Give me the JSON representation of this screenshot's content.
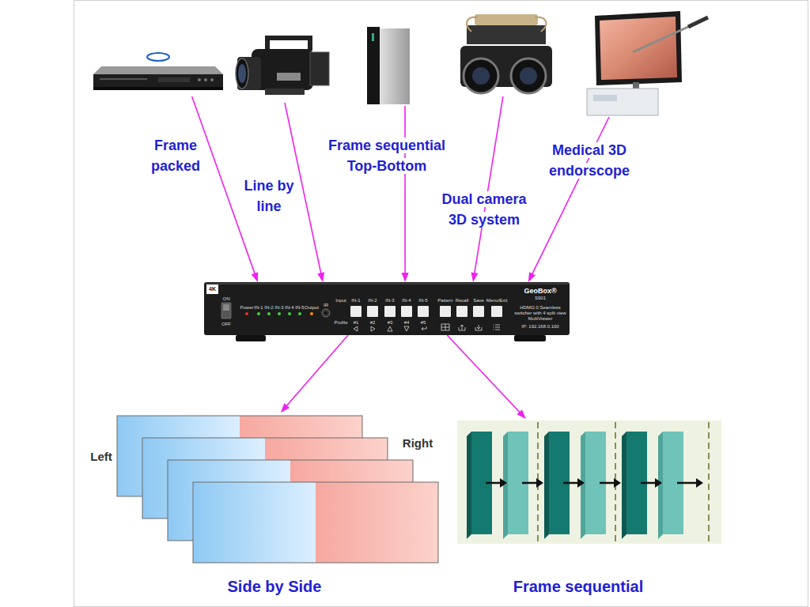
{
  "diagram": {
    "nodes": [
      {
        "text": [
          "Frame packed"
        ]
      },
      {
        "text": [
          "Line by line"
        ]
      },
      {
        "text": [
          "Frame sequential Top-Bottom"
        ]
      },
      {
        "text": [
          "Dual camera 3D system"
        ]
      },
      {
        "text": [
          "Medical 3D endorscope"
        ]
      },
      {
        "text": [
          "GeoBox®",
          "S901",
          "HDMI2.0 Seamless switcher with 4 split view MultiViewer",
          "IP: 192.168.0.100"
        ]
      },
      {
        "text": [
          "Side by Side"
        ]
      },
      {
        "text": [
          "Frame sequential"
        ]
      }
    ],
    "edges": [
      {
        "from": 0,
        "to": 5,
        "arrow": "to"
      },
      {
        "from": 1,
        "to": 5,
        "arrow": "to"
      },
      {
        "from": 2,
        "to": 5,
        "arrow": "to"
      },
      {
        "from": 3,
        "to": 5,
        "arrow": "to"
      },
      {
        "from": 4,
        "to": 5,
        "arrow": "to"
      },
      {
        "from": 5,
        "to": 6,
        "arrow": "to"
      },
      {
        "from": 5,
        "to": 7,
        "arrow": "to"
      }
    ],
    "labels": [
      "4K",
      "ON",
      "OFF",
      "Power",
      "IN-1",
      "IN-2",
      "IN-3",
      "IN-4",
      "IN-5",
      "Output",
      "IR",
      "Input",
      "IN-1",
      "IN-2",
      "IN-3",
      "IN-4",
      "IN-5",
      "Profile",
      "#1",
      "#2",
      "#3",
      "#4",
      "#5",
      "Pattern",
      "Recall",
      "Save",
      "Menu/Exit",
      "Left",
      "Right"
    ]
  }
}
